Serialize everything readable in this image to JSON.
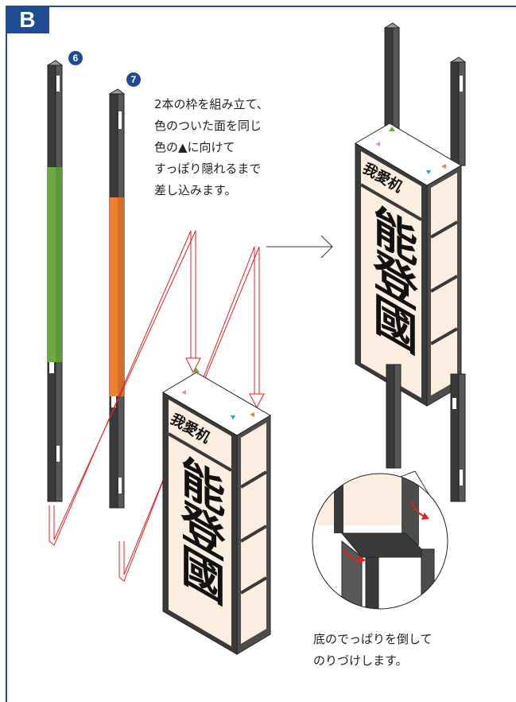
{
  "section_label": "B",
  "step_labels": {
    "left_frame": "6",
    "right_frame": "7"
  },
  "instruction_main": [
    "2本の枠を組み立て、",
    "色のついた面を同じ",
    "色の▲に向けて",
    "すっぽり隠れるまで",
    "差し込みます。"
  ],
  "instruction_bottom": [
    "底のでっぱりを倒して",
    "のりづけします。"
  ],
  "lantern_text": {
    "small": "我愛机",
    "large": "能登國"
  },
  "colors": {
    "accent": "#1f4b93",
    "frame_dark": "#3a3a3a",
    "green": "#6cab43",
    "orange": "#ef7f33",
    "panel": "#fbeee0",
    "guide_red": "#e02020"
  }
}
